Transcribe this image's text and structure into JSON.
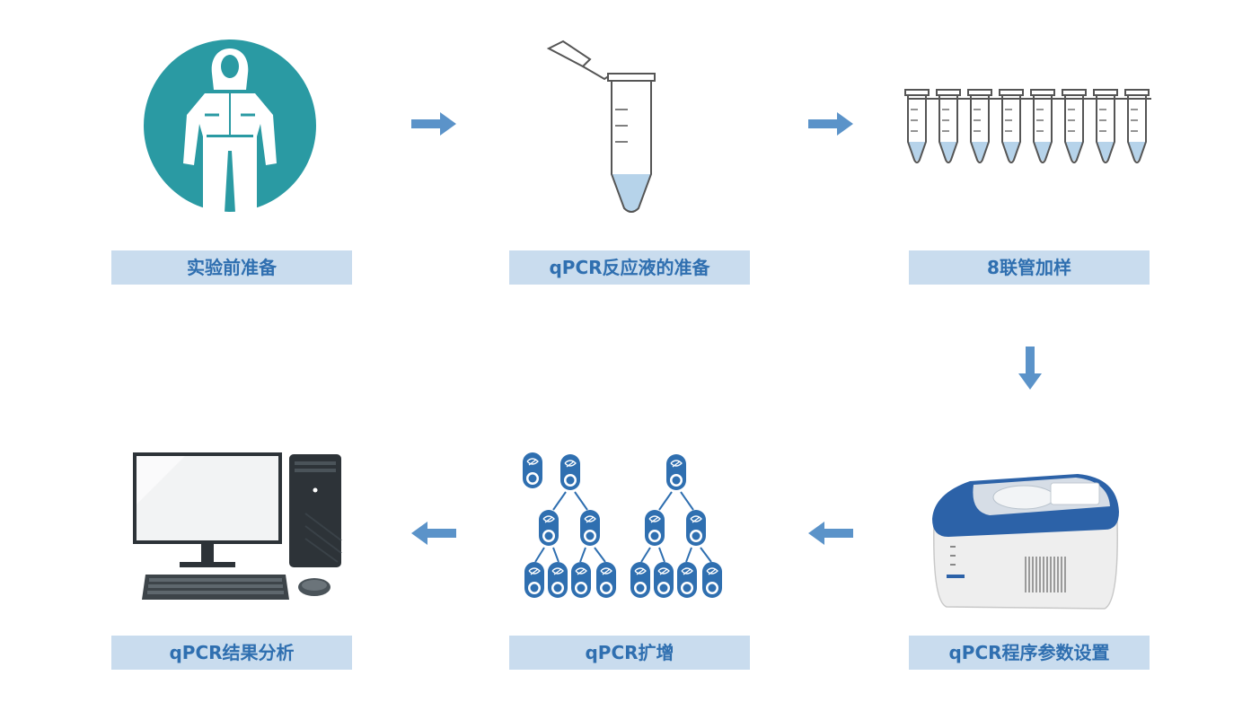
{
  "steps": [
    {
      "id": 1,
      "label": "实验前准备",
      "icon": "protective-suit-icon"
    },
    {
      "id": 2,
      "label": "qPCR反应液的准备",
      "icon": "microcentrifuge-tube-icon"
    },
    {
      "id": 3,
      "label": "8联管加样",
      "icon": "eight-strip-tubes-icon"
    },
    {
      "id": 4,
      "label": "qPCR程序参数设置",
      "icon": "qpcr-instrument-icon"
    },
    {
      "id": 5,
      "label": "qPCR扩增",
      "icon": "amplification-tree-icon"
    },
    {
      "id": 6,
      "label": "qPCR结果分析",
      "icon": "computer-icon"
    }
  ],
  "colors": {
    "accent": "#5b93c9",
    "label_bg": "#c9dcee",
    "label_text": "#2f6fb0",
    "suit_circle": "#2a9aa3",
    "liquid": "#b6d3ea",
    "instrument_blue": "#2c62a8"
  }
}
